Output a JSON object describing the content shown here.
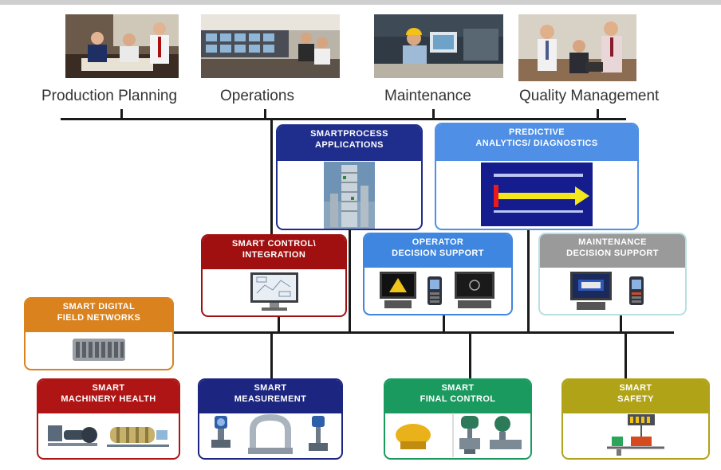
{
  "roles": [
    "Production Planning",
    "Operations",
    "Maintenance",
    "Quality Management"
  ],
  "boxes": {
    "smartprocess": {
      "lines": [
        "SMARTPROCESS",
        "APPLICATIONS"
      ],
      "color": "#1f2d8c"
    },
    "predictive": {
      "lines": [
        "PREDICTIVE",
        "ANALYTICS/ DIAGNOSTICS"
      ],
      "color": "#4f8fe6"
    },
    "control": {
      "lines": [
        "SMART CONTROL\\",
        "INTEGRATION"
      ],
      "color": "#a01010"
    },
    "operator": {
      "lines": [
        "OPERATOR",
        "DECISION SUPPORT"
      ],
      "color": "#3e86e0"
    },
    "maintenance": {
      "lines": [
        "MAINTENANCE",
        "DECISION SUPPORT"
      ],
      "color": "#9a9a9a"
    },
    "fieldnet": {
      "lines": [
        "SMART DIGITAL",
        "FIELD NETWORKS"
      ],
      "color": "#d9821e"
    },
    "machinery": {
      "lines": [
        "SMART",
        "MACHINERY HEALTH"
      ],
      "color": "#b01515"
    },
    "measurement": {
      "lines": [
        "SMART",
        "MEASUREMENT"
      ],
      "color": "#1c2580"
    },
    "finalcontrol": {
      "lines": [
        "SMART",
        "FINAL CONTROL"
      ],
      "color": "#1a9a5e"
    },
    "safety": {
      "lines": [
        "SMART",
        "SAFETY"
      ],
      "color": "#b0a318"
    }
  },
  "icons": {
    "photos": [
      "meeting-photo-icon",
      "control-room-photo-icon",
      "technician-photo-icon",
      "quality-team-photo-icon"
    ],
    "graphics": [
      "refinery-tower-icon",
      "analytics-chart-icon",
      "control-monitor-icon",
      "operator-workstation-icon",
      "maintenance-workstation-icon",
      "fieldbus-device-icon",
      "machinery-equipment-icon",
      "measurement-devices-icon",
      "valve-actuators-icon",
      "safety-system-icon"
    ]
  }
}
